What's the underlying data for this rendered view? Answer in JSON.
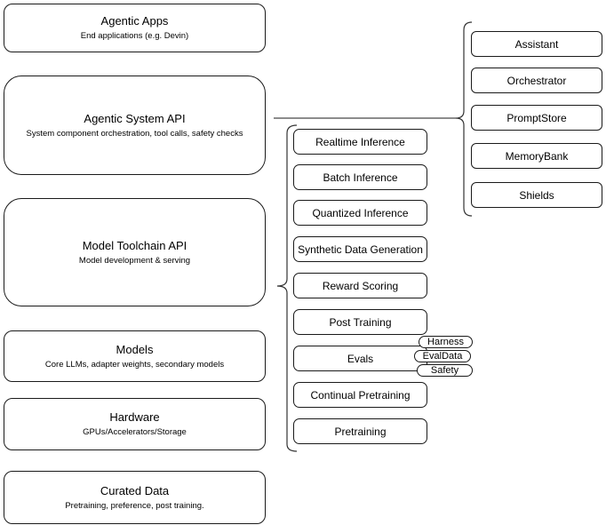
{
  "colors": {
    "stroke": "#000000",
    "background": "#ffffff",
    "connector": "#666666"
  },
  "stack_layers": [
    {
      "title": "Agentic Apps",
      "subtitle": "End applications (e.g. Devin)"
    },
    {
      "title": "Agentic System API",
      "subtitle": "System component orchestration, tool calls, safety checks"
    },
    {
      "title": "Model Toolchain API",
      "subtitle": "Model development & serving"
    },
    {
      "title": "Models",
      "subtitle": "Core LLMs, adapter weights, secondary models"
    },
    {
      "title": "Hardware",
      "subtitle": "GPUs/Accelerators/Storage"
    },
    {
      "title": "Curated Data",
      "subtitle": "Pretraining, preference, post training."
    }
  ],
  "toolchain_items": [
    "Realtime Inference",
    "Batch Inference",
    "Quantized Inference",
    "Synthetic Data Generation",
    "Reward Scoring",
    "Post Training",
    "Evals",
    "Continual Pretraining",
    "Pretraining"
  ],
  "eval_tags": [
    "Harness",
    "EvalData",
    "Safety"
  ],
  "system_components": [
    "Assistant",
    "Orchestrator",
    "PromptStore",
    "MemoryBank",
    "Shields"
  ]
}
